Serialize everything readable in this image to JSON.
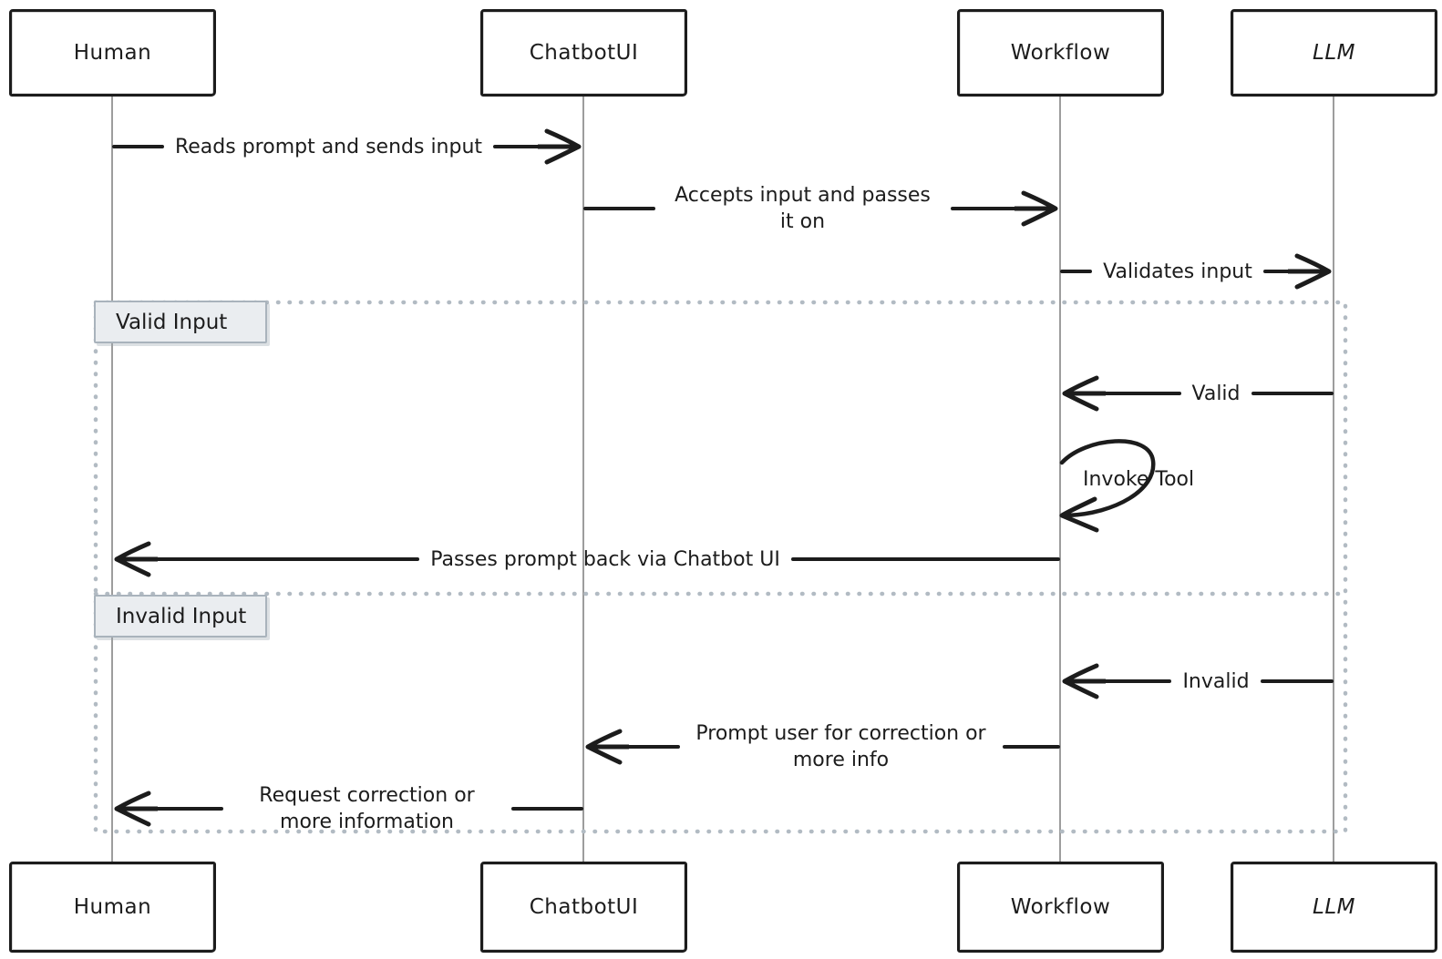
{
  "diagram_type": "sequence",
  "colors": {
    "ink": "#1c1c1c",
    "lifeline": "#9d9d9d",
    "frame_dotted": "#b2bbc3",
    "section_label_bg": "#eaedf0",
    "section_label_border": "#a9b3bc",
    "background": "#ffffff"
  },
  "actors": [
    "Human",
    "ChatbotUI",
    "Workflow",
    "LLM"
  ],
  "sections": [
    {
      "label": "Valid Input"
    },
    {
      "label": "Invalid Input"
    }
  ],
  "messages": [
    {
      "from": "Human",
      "to": "ChatbotUI",
      "label": "Reads prompt and sends input"
    },
    {
      "from": "ChatbotUI",
      "to": "Workflow",
      "label": "Accepts input and passes it on"
    },
    {
      "from": "Workflow",
      "to": "LLM",
      "label": "Validates input"
    },
    {
      "from": "LLM",
      "to": "Workflow",
      "label": "Valid",
      "section": "Valid Input"
    },
    {
      "from": "Workflow",
      "to": "Workflow",
      "label": "Invoke Tool",
      "self": true,
      "section": "Valid Input"
    },
    {
      "from": "Workflow",
      "to": "Human",
      "label": "Passes prompt back via Chatbot UI",
      "section": "Valid Input"
    },
    {
      "from": "LLM",
      "to": "Workflow",
      "label": "Invalid",
      "section": "Invalid Input"
    },
    {
      "from": "Workflow",
      "to": "ChatbotUI",
      "label": "Prompt user for correction or more info",
      "section": "Invalid Input"
    },
    {
      "from": "ChatbotUI",
      "to": "Human",
      "label": "Request correction or more information",
      "section": "Invalid Input"
    }
  ]
}
